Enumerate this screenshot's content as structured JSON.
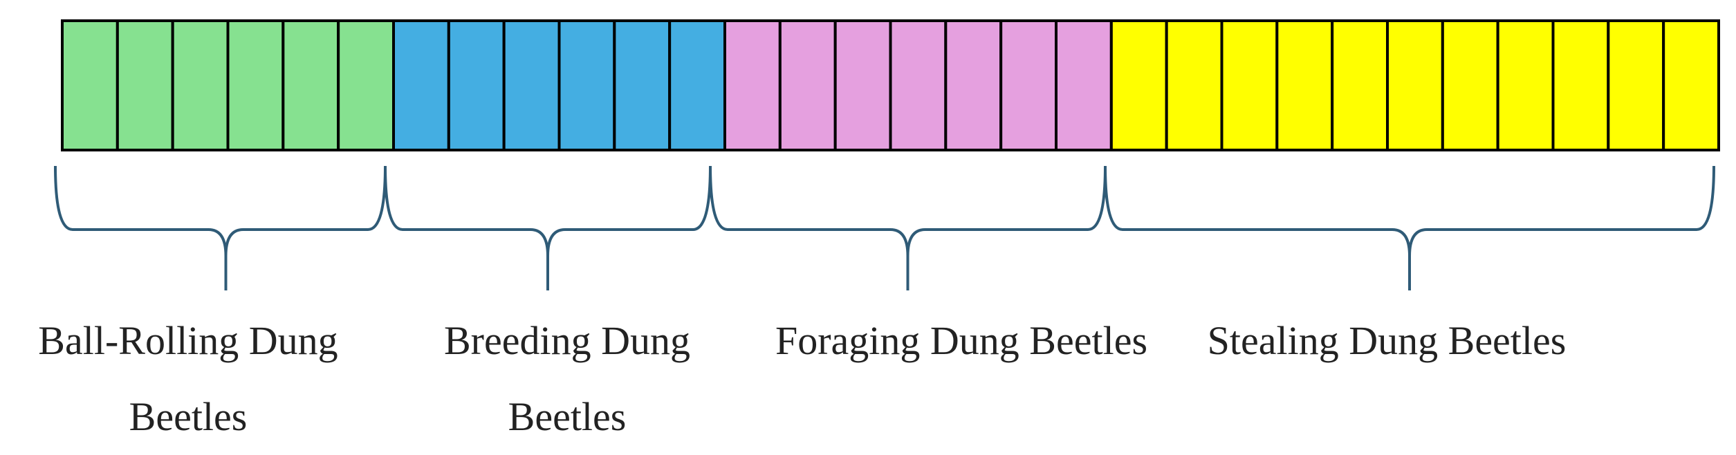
{
  "groups": [
    {
      "label": "Ball-Rolling Dung Beetles",
      "cells": 6,
      "color": "#86E190"
    },
    {
      "label": "Breeding Dung Beetles",
      "cells": 6,
      "color": "#44AEE2"
    },
    {
      "label": "Foraging Dung Beetles",
      "cells": 7,
      "color": "#E5A0DF"
    },
    {
      "label": "Stealing Dung Beetles",
      "cells": 11,
      "color": "#FFFF00"
    }
  ],
  "colors": {
    "cell_border": "#000000",
    "brace": "#2F5B77",
    "text": "#222222"
  }
}
